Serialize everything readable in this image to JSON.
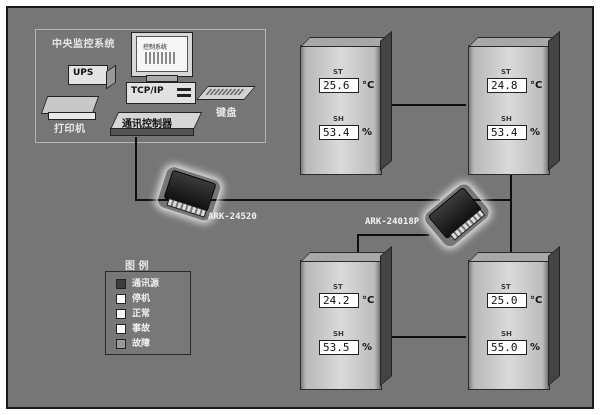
{
  "central": {
    "title": "中央监控系统",
    "ups": "UPS",
    "pc_screen_text": "控制系统",
    "tcpip": "TCP/IP",
    "printer": "打印机",
    "keyboard": "键盘",
    "controller": "通讯控制器"
  },
  "devices": [
    {
      "label": "ARK-24520"
    },
    {
      "label": "ARK-24018P"
    }
  ],
  "cabinets": [
    {
      "temp_label": "ST",
      "temp_value": "25.6",
      "temp_unit": "°C",
      "hum_label": "SH",
      "hum_value": "53.4",
      "hum_unit": "%"
    },
    {
      "temp_label": "ST",
      "temp_value": "24.8",
      "temp_unit": "°C",
      "hum_label": "SH",
      "hum_value": "53.4",
      "hum_unit": "%"
    },
    {
      "temp_label": "ST",
      "temp_value": "24.2",
      "temp_unit": "°C",
      "hum_label": "SH",
      "hum_value": "53.5",
      "hum_unit": "%"
    },
    {
      "temp_label": "ST",
      "temp_value": "25.0",
      "temp_unit": "°C",
      "hum_label": "SH",
      "hum_value": "55.0",
      "hum_unit": "%"
    }
  ],
  "legend": {
    "title": "图  例",
    "items": [
      {
        "label": "通讯源",
        "color": "#3c3c3c"
      },
      {
        "label": "停机",
        "color": "#ffffff"
      },
      {
        "label": "正常",
        "color": "#f4f4f4"
      },
      {
        "label": "事故",
        "color": "#ffffff"
      },
      {
        "label": "故障",
        "color": "#9a9a9a"
      }
    ]
  }
}
